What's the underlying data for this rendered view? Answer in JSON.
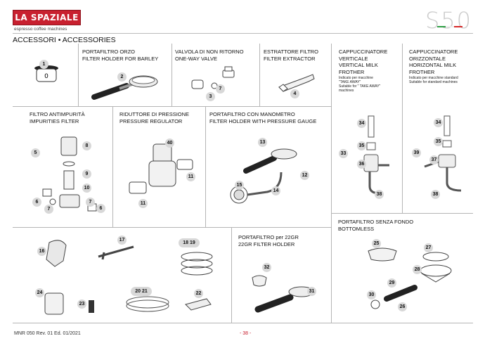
{
  "brand": {
    "logo_text": "LA SPAZIALE",
    "tagline": "espresso coffee machines",
    "model": "S50",
    "flag_colors": [
      "#2f9e44",
      "#ffffff",
      "#d62828"
    ]
  },
  "section_title": "ACCESSORI • ACCESSORIES",
  "panels": {
    "barley": {
      "title_it": "PORTAFILTRO ORZO",
      "title_en": "FILTER HOLDER FOR BARLEY"
    },
    "valve": {
      "title_it": "VALVOLA DI NON RITORNO",
      "title_en": "ONE-WAY VALVE"
    },
    "extractor": {
      "title_it": "ESTRATTORE FILTRO",
      "title_en": "FILTER EXTRACTOR"
    },
    "cap_vertical": {
      "title_it": "CAPPUCCINATORE",
      "title_it2": "VERTICALE",
      "title_en": "VERTICAL MILK",
      "title_en2": "FROTHER",
      "note1": "Indicato per macchine",
      "note2": "\"TAKE AWAY\"",
      "note3": "Suitable for \" TAKE AWAY\"",
      "note4": "machines"
    },
    "cap_horizontal": {
      "title_it": "CAPPUCCINATORE",
      "title_it2": "ORIZZONTALE",
      "title_en": "HORIZONTAL MILK",
      "title_en2": "FROTHER",
      "note1": "Indicato per macchine standard",
      "note2": "Suitable for standard machines"
    },
    "impurities": {
      "title_it": "FILTRO ANTIMPURITÀ",
      "title_en": "IMPURITIES FILTER"
    },
    "regulator": {
      "title_it": "RIDUTTORE DI PRESSIONE",
      "title_en": "PRESSURE REGULATOR"
    },
    "manometer": {
      "title_it": "PORTAFILTRO CON MANOMETRO",
      "title_en": "FILTER HOLDER WITH PRESSURE GAUGE"
    },
    "bottomless": {
      "title_it": "PORTAFILTRO SENZA FONDO",
      "title_en": "BOTTOMLESS"
    },
    "gr22": {
      "title_it": "PORTAFILTRO per 22GR",
      "title_en": "22GR FILTER HOLDER"
    }
  },
  "labels": {
    "l1": "1",
    "l2": "2",
    "l3": "3",
    "l4": "4",
    "l5": "5",
    "l6a": "6",
    "l6b": "6",
    "l7a": "7",
    "l7b": "7",
    "l7c": "7",
    "l8": "8",
    "l9": "9",
    "l10": "10",
    "l11a": "11",
    "l11b": "11",
    "l12": "12",
    "l13": "13",
    "l14": "14",
    "l15": "15",
    "l16": "16",
    "l17": "17",
    "l1819": "18 19",
    "l2021": "20 21",
    "l22": "22",
    "l23": "23",
    "l24": "24",
    "l25": "25",
    "l26": "26",
    "l27": "27",
    "l28": "28",
    "l29": "29",
    "l30": "30",
    "l31": "31",
    "l32": "32",
    "l33": "33",
    "l34a": "34",
    "l34b": "34",
    "l35a": "35",
    "l35b": "35",
    "l36": "36",
    "l37": "37",
    "l38a": "38",
    "l38b": "38",
    "l39": "39",
    "l40": "40",
    "l1_item": "0"
  },
  "footer": {
    "doc": "MNR 050   Rev.  01 Ed.  01/2021",
    "page": "- 38 -"
  }
}
